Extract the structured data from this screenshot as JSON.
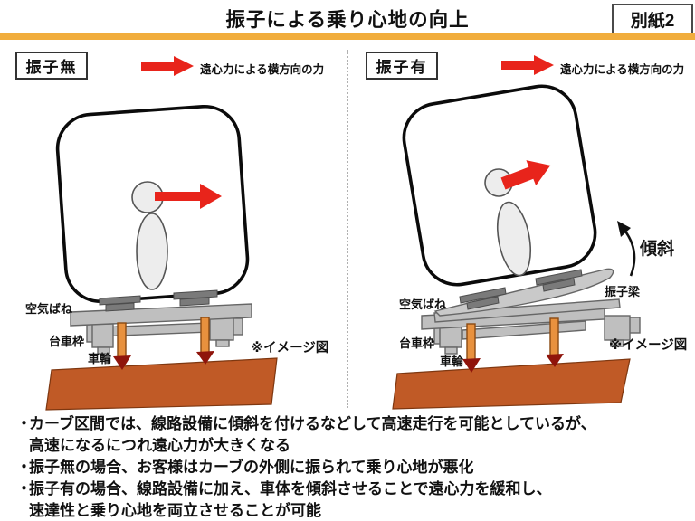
{
  "header": {
    "title": "振子による乗り心地の向上",
    "tag": "別紙2"
  },
  "panels": {
    "left": {
      "label": "振子無",
      "force_caption": "遠心力による横方向の力",
      "note": "※イメージ図",
      "parts": {
        "air_spring": "空気ばね",
        "bogie_frame": "台車枠",
        "wheel": "車輪"
      }
    },
    "right": {
      "label": "振子有",
      "force_caption": "遠心力による横方向の力",
      "note": "※イメージ図",
      "parts": {
        "air_spring": "空気ばね",
        "bogie_frame": "台車枠",
        "wheel": "車輪",
        "pendulum_beam": "振子梁",
        "tilt": "傾斜"
      }
    }
  },
  "bullets": [
    {
      "marker": "・",
      "lines": [
        "カーブ区間では、線路設備に傾斜を付けるなどして高速走行を可能としているが、",
        "高速になるにつれ遠心力が大きくなる"
      ]
    },
    {
      "marker": "・",
      "lines": [
        "振子無の場合、お客様はカーブの外側に振られて乗り心地が悪化"
      ]
    },
    {
      "marker": "・",
      "lines": [
        "振子有の場合、線路設備に加え、車体を傾斜させることで遠心力を緩和し、",
        "速達性と乗り心地を両立させることが可能"
      ]
    }
  ],
  "colors": {
    "accent": "#F1AD3C",
    "red": "#E8241B",
    "track": "#C05A26",
    "trackEdge": "#7E3710",
    "steel": "#BFBFBF",
    "steelEdge": "#666666",
    "pad": "#7A7A7A",
    "padEdge": "#4D4D4D",
    "wheel": "#E8913E",
    "wheelEdge": "#8A4A12",
    "contact": "#8F140B",
    "person": "#EDEDED",
    "personEdge": "#555555",
    "divider": "#B0B0B0",
    "ink": "#111111"
  }
}
